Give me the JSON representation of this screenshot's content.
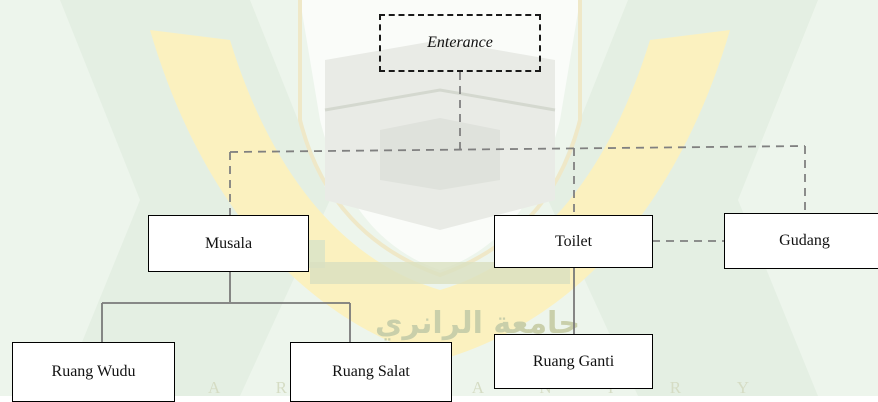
{
  "diagram": {
    "nodes": {
      "enterance": "Enterance",
      "musala": "Musala",
      "toilet": "Toilet",
      "gudang": "Gudang",
      "ruang_wudu": "Ruang Wudu",
      "ruang_salat": "Ruang Salat",
      "ruang_ganti": "Ruang Ganti"
    },
    "connections": [
      {
        "from": "enterance",
        "to": "musala",
        "style": "dashed"
      },
      {
        "from": "enterance",
        "to": "toilet",
        "style": "dashed"
      },
      {
        "from": "enterance",
        "to": "gudang",
        "style": "dashed"
      },
      {
        "from": "toilet",
        "to": "gudang",
        "style": "dashed"
      },
      {
        "from": "musala",
        "to": "ruang_wudu",
        "style": "solid"
      },
      {
        "from": "musala",
        "to": "ruang_salat",
        "style": "solid"
      },
      {
        "from": "toilet",
        "to": "ruang_ganti",
        "style": "solid"
      }
    ]
  },
  "watermark": {
    "arabic_text": "جامعة الرانري",
    "latin_letters": "A R - R A N I R Y",
    "colors": {
      "green": "#e3efe2",
      "yellow": "#fdf3bd",
      "gold": "#d9c97c"
    }
  },
  "colors": {
    "line": "#808080",
    "box_border": "#000000",
    "text": "#111111"
  }
}
